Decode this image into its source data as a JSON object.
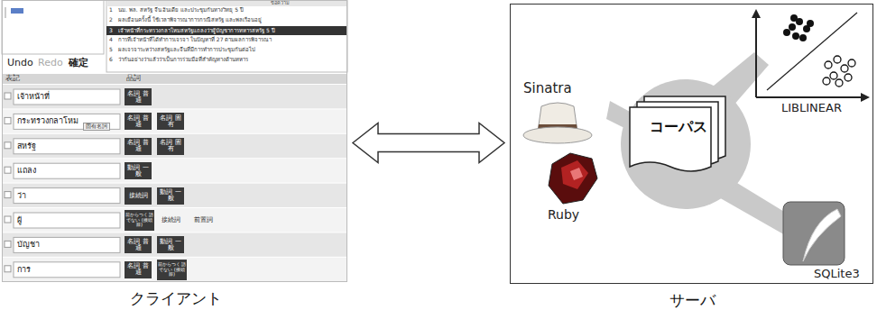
{
  "diagram": {
    "nodes": [
      {
        "text": [
          "クライアント"
        ]
      },
      {
        "text": [
          "サーバ"
        ]
      },
      {
        "text": [
          "コーパス"
        ],
        "in": 1
      }
    ],
    "edges": [
      {
        "from": 0,
        "to": 1,
        "arrow": "both"
      }
    ],
    "labels": [
      "Undo",
      "Redo",
      "確定",
      "ข้อความ",
      "1",
      "นม. พล. สหรัฐ จีน อินเดีย และประชุมกันทางวิทยุ 5 ปี",
      "2",
      "ผลเยือนครั้งนี้ ใช้เวลาพิจารณาการกรณีสหรัฐ และพลเรือนอยู่",
      "3",
      "เจ้าหน้าที่กระทรวงกลาโหมสหรัฐแถลงว่าผู้บัญชาการทหารสหรัฐ 5 ปี",
      "4",
      "การที่เจ้าหน้าที่ได้ทำการเจรจา ในปัญหาที่ 27 ตามผลการพิจารณา",
      "5",
      "ผลเจรจาระหว่างสหรัฐและจีนที่มีการทำการประชุมกันต่อไป",
      "6",
      "ว่ากันอย่างว่าแล้วว่าเป็นการร่วมมือที่สำคัญทางด้านทหาร",
      "表記",
      "品詞",
      "เจ้าหน้าที่",
      "名詞 普通",
      "กระทรวงกลาโหม",
      "固有名詞",
      "名詞 普通",
      "名詞 固有",
      "สหรัฐ",
      "名詞 普通",
      "名詞 固有",
      "แถลง",
      "動詞 一般",
      "ว่า",
      "接続詞",
      "動詞 一般",
      "ผู้",
      "前からつく 語でない (接頭辞)",
      "接続詞",
      "前置詞",
      "บัญชา",
      "名詞 普通",
      "動詞 一般",
      "การ",
      "名詞 普通",
      "前からつく 語でない (接頭辞)",
      "Sinatra",
      "Ruby",
      "LIBLINEAR",
      "SQLite3"
    ]
  }
}
